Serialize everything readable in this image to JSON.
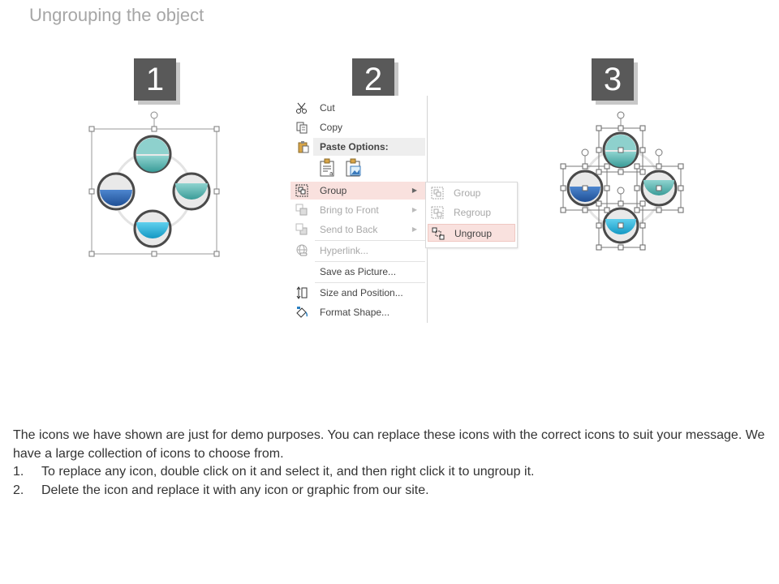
{
  "title": "Ungrouping the object",
  "steps": [
    "1",
    "2",
    "3"
  ],
  "context_menu": {
    "items": [
      {
        "label": "Cut",
        "icon": "scissors-icon",
        "state": "normal"
      },
      {
        "label": "Copy",
        "icon": "copy-icon",
        "state": "normal"
      },
      {
        "label": "Paste Options:",
        "icon": "paste-icon",
        "state": "header"
      },
      {
        "label": "Group",
        "icon": "group-icon",
        "state": "highlighted",
        "submenu": true
      },
      {
        "label": "Bring to Front",
        "icon": "bring-front-icon",
        "state": "disabled",
        "submenu": true
      },
      {
        "label": "Send to Back",
        "icon": "send-back-icon",
        "state": "disabled",
        "submenu": true
      },
      {
        "label": "Hyperlink...",
        "icon": "hyperlink-icon",
        "state": "disabled"
      },
      {
        "label": "Save as Picture...",
        "icon": "",
        "state": "normal"
      },
      {
        "label": "Size and Position...",
        "icon": "size-position-icon",
        "state": "normal"
      },
      {
        "label": "Format Shape...",
        "icon": "format-shape-icon",
        "state": "normal"
      }
    ]
  },
  "group_submenu": {
    "items": [
      {
        "label": "Group",
        "state": "disabled"
      },
      {
        "label": "Regroup",
        "state": "disabled"
      },
      {
        "label": "Ungroup",
        "state": "highlighted"
      }
    ]
  },
  "description": {
    "intro": "The icons we have shown are just for demo purposes. You can replace these icons with the correct icons to suit your message. We have a large collection of icons to choose from.",
    "steps": [
      {
        "num": "1.",
        "text": "To replace any icon, double click on it and select it, and then right click it to ungroup it."
      },
      {
        "num": "2.",
        "text": "Delete the icon and replace it with any icon or graphic from our site."
      }
    ]
  },
  "colors": {
    "teal": "#4fb3b0",
    "blue": "#2f6db8",
    "cyan": "#27b6dc",
    "step_box": "#595959",
    "highlight": "#f9e1de"
  }
}
